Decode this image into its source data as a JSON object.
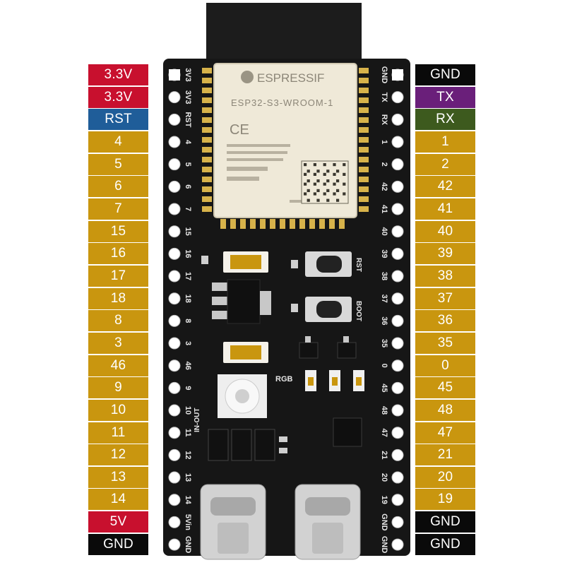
{
  "colors": {
    "power": "#c8102e",
    "reset": "#1f5d99",
    "gpio": "#c9960f",
    "ground": "#0a0a0a",
    "tx": "#6a1f7a",
    "rx": "#3d5a1e"
  },
  "left_labels": [
    {
      "text": "3.3V",
      "kind": "power"
    },
    {
      "text": "3.3V",
      "kind": "power"
    },
    {
      "text": "RST",
      "kind": "reset"
    },
    {
      "text": "4",
      "kind": "gpio"
    },
    {
      "text": "5",
      "kind": "gpio"
    },
    {
      "text": "6",
      "kind": "gpio"
    },
    {
      "text": "7",
      "kind": "gpio"
    },
    {
      "text": "15",
      "kind": "gpio"
    },
    {
      "text": "16",
      "kind": "gpio"
    },
    {
      "text": "17",
      "kind": "gpio"
    },
    {
      "text": "18",
      "kind": "gpio"
    },
    {
      "text": "8",
      "kind": "gpio"
    },
    {
      "text": "3",
      "kind": "gpio"
    },
    {
      "text": "46",
      "kind": "gpio"
    },
    {
      "text": "9",
      "kind": "gpio"
    },
    {
      "text": "10",
      "kind": "gpio"
    },
    {
      "text": "11",
      "kind": "gpio"
    },
    {
      "text": "12",
      "kind": "gpio"
    },
    {
      "text": "13",
      "kind": "gpio"
    },
    {
      "text": "14",
      "kind": "gpio"
    },
    {
      "text": "5V",
      "kind": "power"
    },
    {
      "text": "GND",
      "kind": "ground"
    }
  ],
  "right_labels": [
    {
      "text": "GND",
      "kind": "ground"
    },
    {
      "text": "TX",
      "kind": "tx"
    },
    {
      "text": "RX",
      "kind": "rx"
    },
    {
      "text": "1",
      "kind": "gpio"
    },
    {
      "text": "2",
      "kind": "gpio"
    },
    {
      "text": "42",
      "kind": "gpio"
    },
    {
      "text": "41",
      "kind": "gpio"
    },
    {
      "text": "40",
      "kind": "gpio"
    },
    {
      "text": "39",
      "kind": "gpio"
    },
    {
      "text": "38",
      "kind": "gpio"
    },
    {
      "text": "37",
      "kind": "gpio"
    },
    {
      "text": "36",
      "kind": "gpio"
    },
    {
      "text": "35",
      "kind": "gpio"
    },
    {
      "text": "0",
      "kind": "gpio"
    },
    {
      "text": "45",
      "kind": "gpio"
    },
    {
      "text": "48",
      "kind": "gpio"
    },
    {
      "text": "47",
      "kind": "gpio"
    },
    {
      "text": "21",
      "kind": "gpio"
    },
    {
      "text": "20",
      "kind": "gpio"
    },
    {
      "text": "19",
      "kind": "gpio"
    },
    {
      "text": "GND",
      "kind": "ground"
    },
    {
      "text": "GND",
      "kind": "ground"
    }
  ],
  "board": {
    "left_silk": [
      "3V3",
      "3V3",
      "RST",
      "4",
      "5",
      "6",
      "7",
      "15",
      "16",
      "17",
      "18",
      "8",
      "3",
      "46",
      "9",
      "10",
      "11",
      "12",
      "13",
      "14",
      "5Vin",
      "GND"
    ],
    "right_silk": [
      "GND",
      "TX",
      "RX",
      "1",
      "2",
      "42",
      "41",
      "40",
      "39",
      "38",
      "37",
      "36",
      "35",
      "0",
      "45",
      "48",
      "47",
      "21",
      "20",
      "19",
      "GND",
      "GND"
    ],
    "module_brand": "ESPRESSIF",
    "module_model": "ESP32-S3-WROOM-1",
    "module_mark": "CE",
    "rst_label": "RST",
    "boot_label": "BOOT",
    "rgb_label": "RGB",
    "inout_label": "IN-OUT"
  }
}
